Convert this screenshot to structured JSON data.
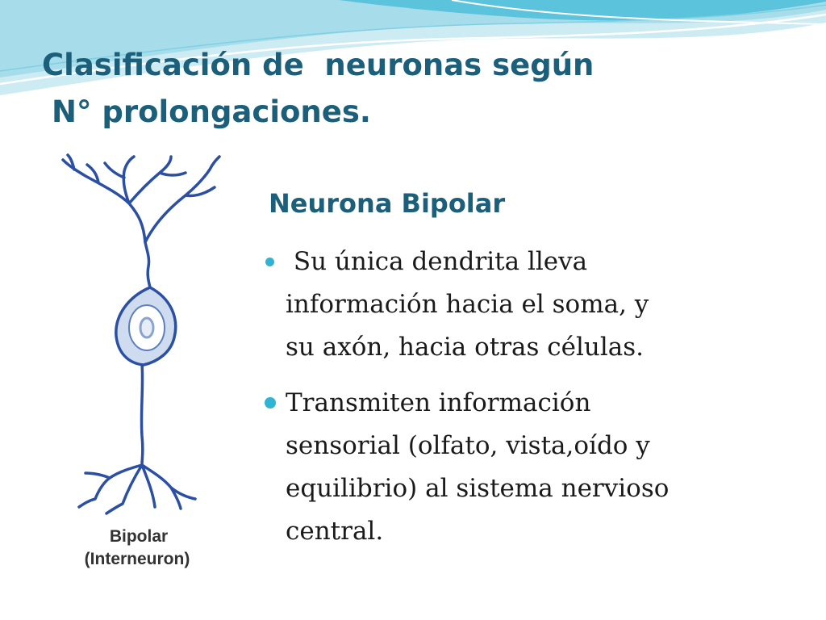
{
  "slide": {
    "title_lines": [
      "Clasificación de  neuronas según",
      "N° prolongaciones."
    ],
    "subheading": "Neurona Bipolar",
    "bullets": [
      {
        "lines": [
          " Su única dendrita lleva",
          "información hacia el soma, y",
          "su axón, hacia otras células."
        ]
      },
      {
        "lines": [
          "Transmiten información",
          "sensorial (olfato, vista,oído y",
          "equilibrio) al sistema nervioso",
          "central."
        ]
      }
    ],
    "diagram": {
      "caption_lines": [
        "Bipolar",
        "(Interneuron)"
      ],
      "neuron_color": "#2b4fa3",
      "soma_fill": "#cfdcf0"
    },
    "colors": {
      "title": "#1b5f7a",
      "bullet_dot": "#2fb4d2",
      "wave_light": "#bfe6f0",
      "wave_dark": "#5cc3dc"
    }
  }
}
